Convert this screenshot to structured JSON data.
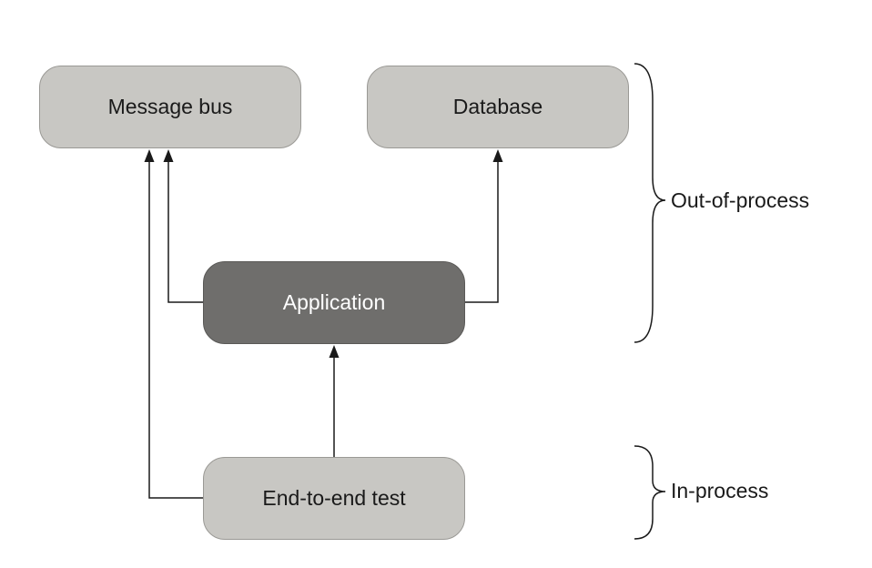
{
  "diagram": {
    "nodes": {
      "message_bus": "Message bus",
      "database": "Database",
      "application": "Application",
      "end_to_end_test": "End-to-end test"
    },
    "edges": [
      {
        "from": "end_to_end_test",
        "to": "application"
      },
      {
        "from": "end_to_end_test",
        "to": "message_bus"
      },
      {
        "from": "application",
        "to": "message_bus"
      },
      {
        "from": "application",
        "to": "database"
      }
    ],
    "groups": {
      "out_of_process": "Out-of-process",
      "in_process": "In-process"
    },
    "colors": {
      "light_box": "#c8c7c3",
      "dark_box": "#6f6e6c",
      "line": "#1a1a1a"
    }
  }
}
